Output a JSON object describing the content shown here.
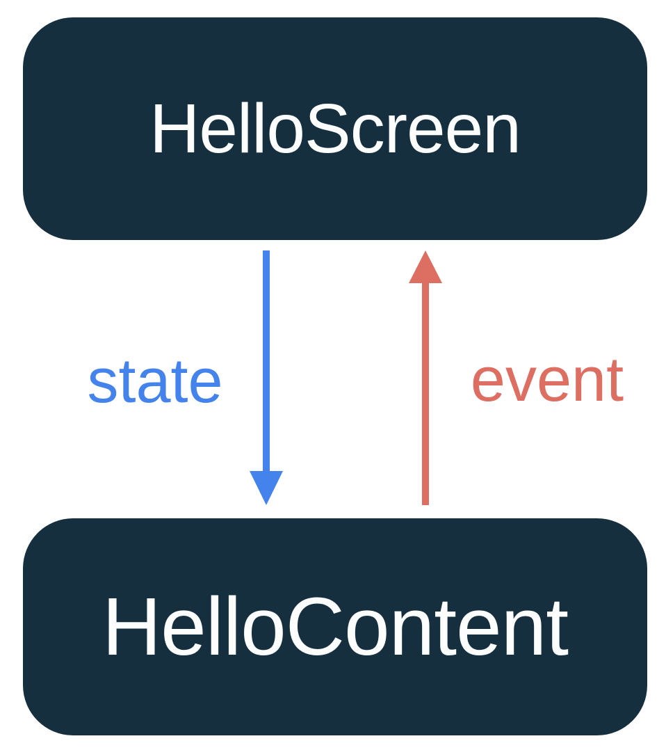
{
  "colors": {
    "background": "#ffffff",
    "box_bg": "#162f3e",
    "box_text": "#fcfdfd",
    "state_blue": "#4583ec",
    "event_red": "#dc6e62"
  },
  "diagram": {
    "top_box": {
      "label": "HelloScreen"
    },
    "bottom_box": {
      "label": "HelloContent"
    },
    "state_arrow": {
      "label": "state",
      "direction": "down"
    },
    "event_arrow": {
      "label": "event",
      "direction": "up"
    }
  }
}
